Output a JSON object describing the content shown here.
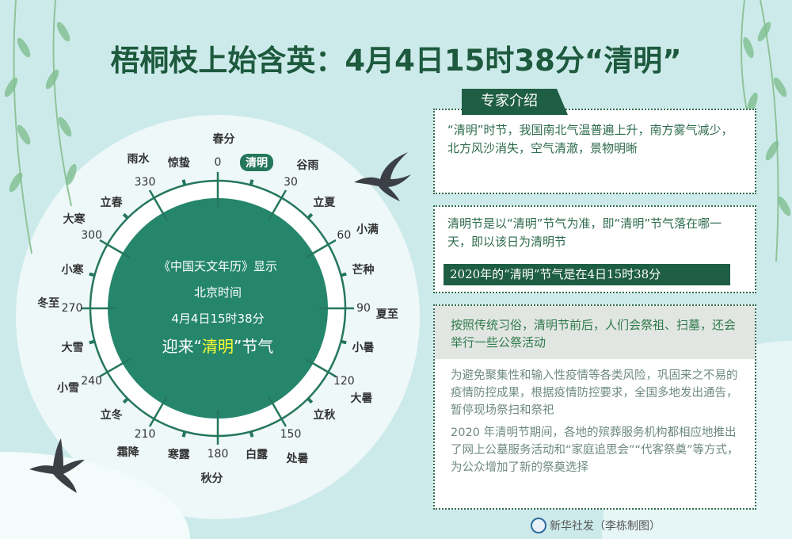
{
  "title": "梧桐枝上始含英：4月4日15时38分“清明”",
  "wheel": {
    "terms": [
      "春分",
      "清明",
      "谷雨",
      "立夏",
      "小满",
      "芒种",
      "夏至",
      "小暑",
      "大暑",
      "立秋",
      "处暑",
      "白露",
      "秋分",
      "寒露",
      "霜降",
      "立冬",
      "小雪",
      "大雪",
      "冬至",
      "小寒",
      "大寒",
      "立春",
      "雨水",
      "惊蛰"
    ],
    "highlight": "清明",
    "degrees": [
      0,
      30,
      60,
      90,
      120,
      150,
      180,
      210,
      240,
      270,
      300,
      330
    ],
    "center": {
      "line1": "《中国天文年历》显示",
      "line2": "北京时间",
      "line3": "4月4日15时38分",
      "line4a": "迎来“",
      "line4b": "清明",
      "line4c": "”节气"
    },
    "colors": {
      "disk": "#25866c",
      "ring": "#25775c",
      "highlight_text": "#ffff33"
    }
  },
  "expert": {
    "tag": "专家介绍",
    "text": "“清明”时节，我国南北气温普遍上升，南方雾气减少，北方风沙消失，空气清澈，景物明晰"
  },
  "box2": {
    "text": "清明节是以“清明”节气为准，即“清明”节气落在哪一天，即以该日为清明节",
    "highlight": "2020年的“清明”节气是在4日15时38分"
  },
  "box3": {
    "header": "按照传统习俗，清明节前后，人们会祭祖、扫墓，还会举行一些公祭活动",
    "p1": "为避免聚集性和输入性疫情等各类风险，巩固来之不易的疫情防控成果，根据疫情防控要求，全国多地发出通告，暂停现场祭扫和祭祀",
    "p2": "2020 年清明节期间，各地的殡葬服务机构都相应地推出了网上公墓服务活动和“家庭追思会”“代客祭奠”等方式，为公众增加了新的祭奠选择"
  },
  "footer": "新华社发（李栋制图）"
}
